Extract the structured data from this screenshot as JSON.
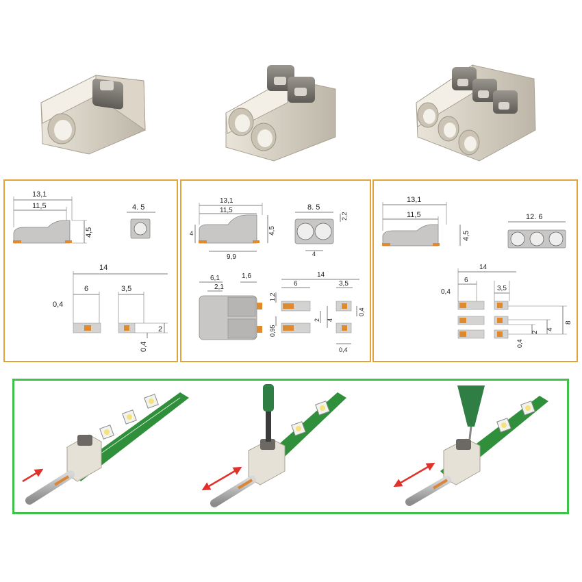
{
  "colors": {
    "panel_border_orange": "#e1a43a",
    "panel_border_green": "#3ec24a",
    "pad_orange": "#e08a2e",
    "connector_body": "#e6e1d6",
    "pcb_green": "#2f8f3a",
    "arrow_red": "#e0312b"
  },
  "panel1": {
    "side": {
      "d13_1": "13,1",
      "d11_5": "11,5",
      "d4_5": "4,5"
    },
    "front": {
      "d4_5": "4. 5"
    },
    "footprint": {
      "d14": "14",
      "d6": "6",
      "d3_5": "3,5",
      "d0_4a": "0,4",
      "d2": "2",
      "d0_4b": "0,4"
    }
  },
  "panel2": {
    "side": {
      "d13_1": "13,1",
      "d11_5": "11,5",
      "d4": "4",
      "d4_5": "4,5",
      "d9_9": "9,9"
    },
    "front": {
      "d8_5": "8. 5",
      "d2_2": "2,2",
      "d4": "4"
    },
    "top": {
      "d6_1": "6,1",
      "d1_6": "1,6",
      "d2_1": "2,1",
      "d1_2": "1,2",
      "d0_95": "0,95"
    },
    "footprint": {
      "d14": "14",
      "d6": "6",
      "d3_5": "3,5",
      "d0_4a": "0,4",
      "d2": "2",
      "d4": "4",
      "d0_4b": "0,4"
    }
  },
  "panel3": {
    "side": {
      "d13_1": "13,1",
      "d11_5": "11,5",
      "d4_5": "4,5"
    },
    "front": {
      "d12_6": "12. 6"
    },
    "footprint": {
      "d14": "14",
      "d6": "6",
      "d3_5": "3,5",
      "d0_4a": "0,4",
      "d8": "8",
      "d4": "4",
      "d2": "2",
      "d0_4b": "0,4"
    }
  }
}
